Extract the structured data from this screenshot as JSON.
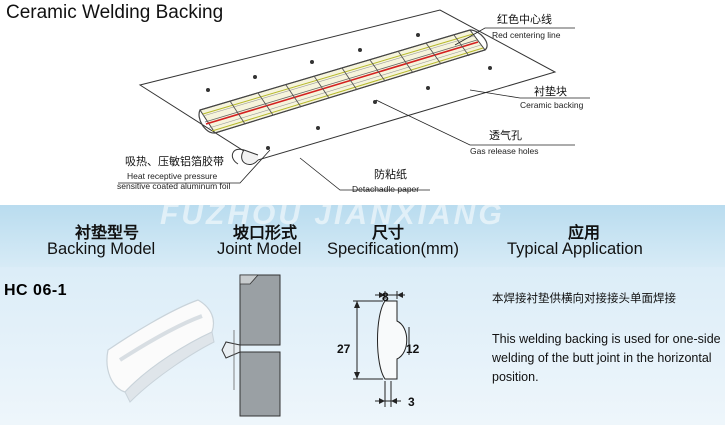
{
  "title": "Ceramic Welding Backing",
  "watermark": "FUZHOU JIANXIANG",
  "callouts": {
    "red_line": {
      "cn": "红色中心线",
      "en": "Red centering line"
    },
    "backing": {
      "cn": "衬垫块",
      "en": "Ceramic backing"
    },
    "gas": {
      "cn": "透气孔",
      "en": "Gas release holes"
    },
    "foil": {
      "cn": "吸热、压敏铝箔胶带",
      "en1": "Heat receptive pressure",
      "en2": "sensitive coated aluminum foil"
    },
    "paper": {
      "cn": "防粘纸",
      "en": "Detachadle paper"
    }
  },
  "table": {
    "headers": [
      {
        "cn": "衬垫型号",
        "en": "Backing Model"
      },
      {
        "cn": "坡口形式",
        "en": "Joint Model"
      },
      {
        "cn": "尺寸",
        "en": "Specification(mm)"
      },
      {
        "cn": "应用",
        "en": "Typical Application"
      }
    ],
    "row": {
      "model": "HC  06-1",
      "dims": {
        "top": "8",
        "height": "27",
        "groove": "12",
        "bottom": "3"
      },
      "application_cn": "本焊接衬垫供横向对接接头单面焊接",
      "application_en": "This welding backing is used for one-side welding of the butt joint in the horizontal position."
    }
  },
  "colors": {
    "band": "#cfe6f4",
    "red_line": "#d42020",
    "backing": "#f4f2d8"
  }
}
